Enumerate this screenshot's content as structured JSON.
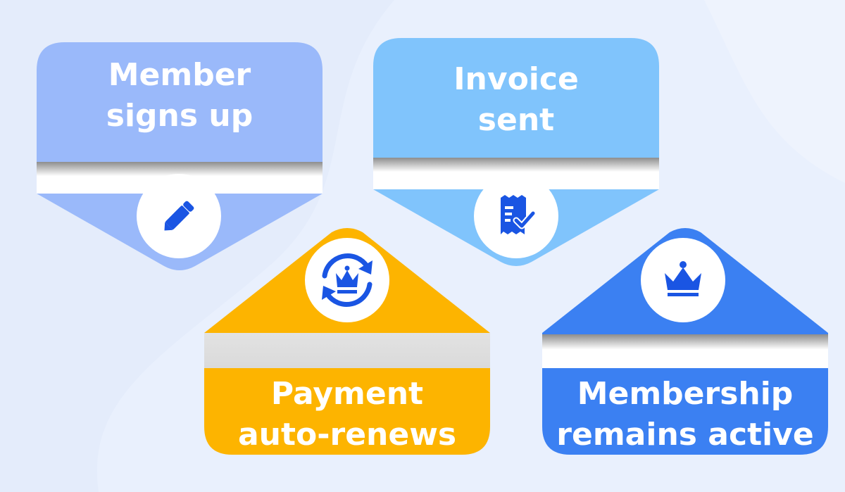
{
  "colors": {
    "background": "#e4ecfb",
    "card_periwinkle": "#9ab9fa",
    "card_skyblue": "#80c4fc",
    "card_amber": "#fdb400",
    "card_blue": "#3b80f2",
    "icon_blue": "#1a55e3",
    "band_gray": "#e3e3e3"
  },
  "steps": [
    {
      "label_line1": "Member",
      "label_line2": "signs up",
      "icon": "pencil-icon",
      "color": "#9ab9fa"
    },
    {
      "label_line1": "Invoice",
      "label_line2": "sent",
      "icon": "receipt-check-icon",
      "color": "#80c4fc"
    },
    {
      "label_line1": "Payment",
      "label_line2": "auto-renews",
      "icon": "crown-refresh-icon",
      "color": "#fdb400"
    },
    {
      "label_line1": "Membership",
      "label_line2": "remains active",
      "icon": "crown-icon",
      "color": "#3b80f2"
    }
  ]
}
